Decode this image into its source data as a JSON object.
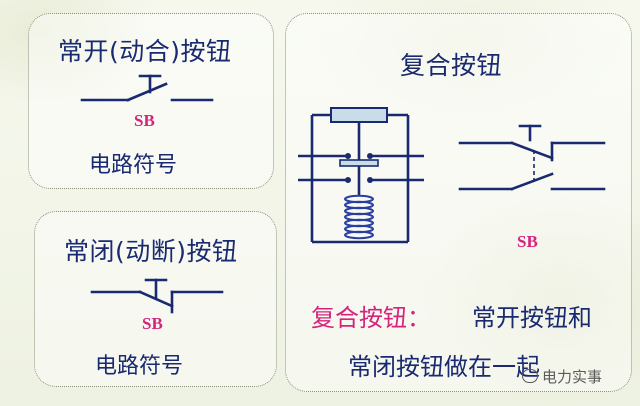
{
  "panels": {
    "normally_open": {
      "title": "常开(动合)按钮",
      "symbol_label": "SB",
      "caption": "电路符号"
    },
    "normally_closed": {
      "title": "常闭(动断)按钮",
      "symbol_label": "SB",
      "caption": "电路符号"
    },
    "combination": {
      "title": "复合按钮",
      "symbol_label": "SB",
      "description_term": "复合按钮：",
      "description_line1": "常开按钮和",
      "description_line2": "常闭按钮做在一起"
    }
  },
  "watermark": {
    "text": "电力实事"
  },
  "colors": {
    "symbol_blue": "#1a2a70",
    "label_pink": "#d6247c",
    "spring_blue": "#2a3ea0",
    "plate_fill": "#c8dcea"
  }
}
